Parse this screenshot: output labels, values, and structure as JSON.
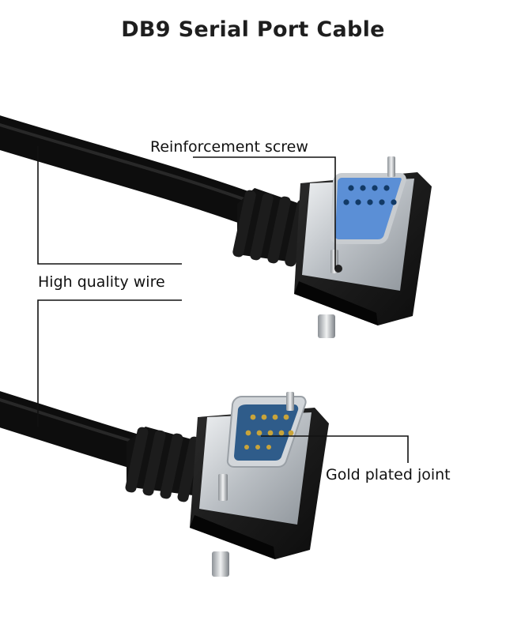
{
  "title": "DB9 Serial Port Cable",
  "callouts": {
    "reinforcement_screw": "Reinforcement screw",
    "high_quality_wire": "High quality wire",
    "gold_plated_joint": "Gold plated joint"
  },
  "colors": {
    "cable": "#0d0d0d",
    "housing": "#1a1a1a",
    "metal_shell": "#c8ccd0",
    "female_insert": "#5b8fd6",
    "male_insert": "#2f5c8a",
    "gold_pin": "#c9a43a"
  }
}
